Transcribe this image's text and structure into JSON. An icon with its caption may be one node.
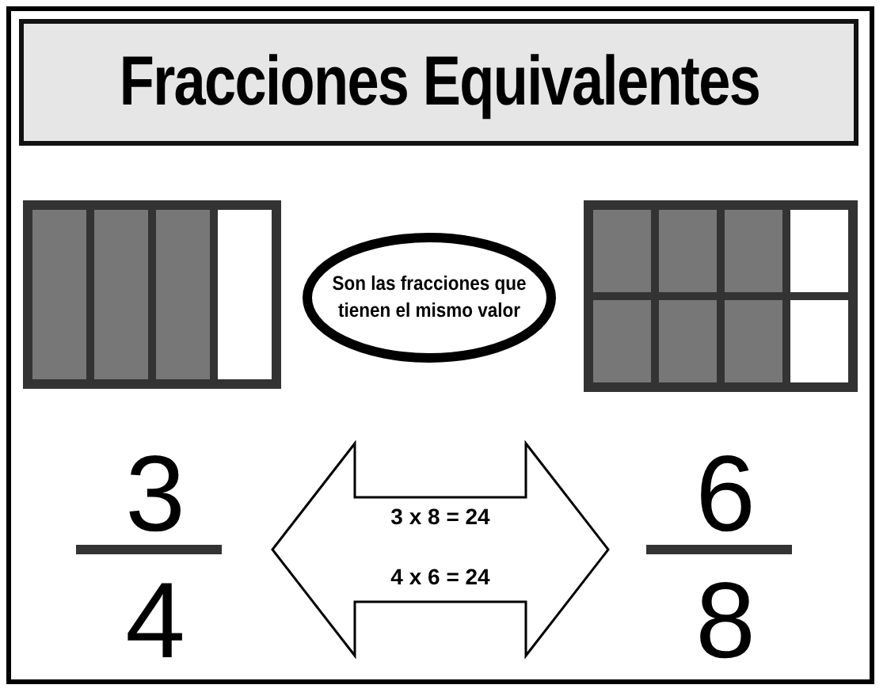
{
  "diagram": {
    "title": "Fracciones Equivalentes",
    "nodes": [
      {
        "text": [],
        "shape": "bar"
      },
      {
        "text": [
          "Son las fracciones que tienen el mismo valor"
        ]
      },
      {
        "text": [],
        "shape": "bar"
      },
      {
        "text": [
          "3 x 8 = 24",
          "4 x 6 = 24"
        ]
      }
    ],
    "edges": [],
    "labels": [
      "3",
      "4",
      "6",
      "8"
    ]
  }
}
